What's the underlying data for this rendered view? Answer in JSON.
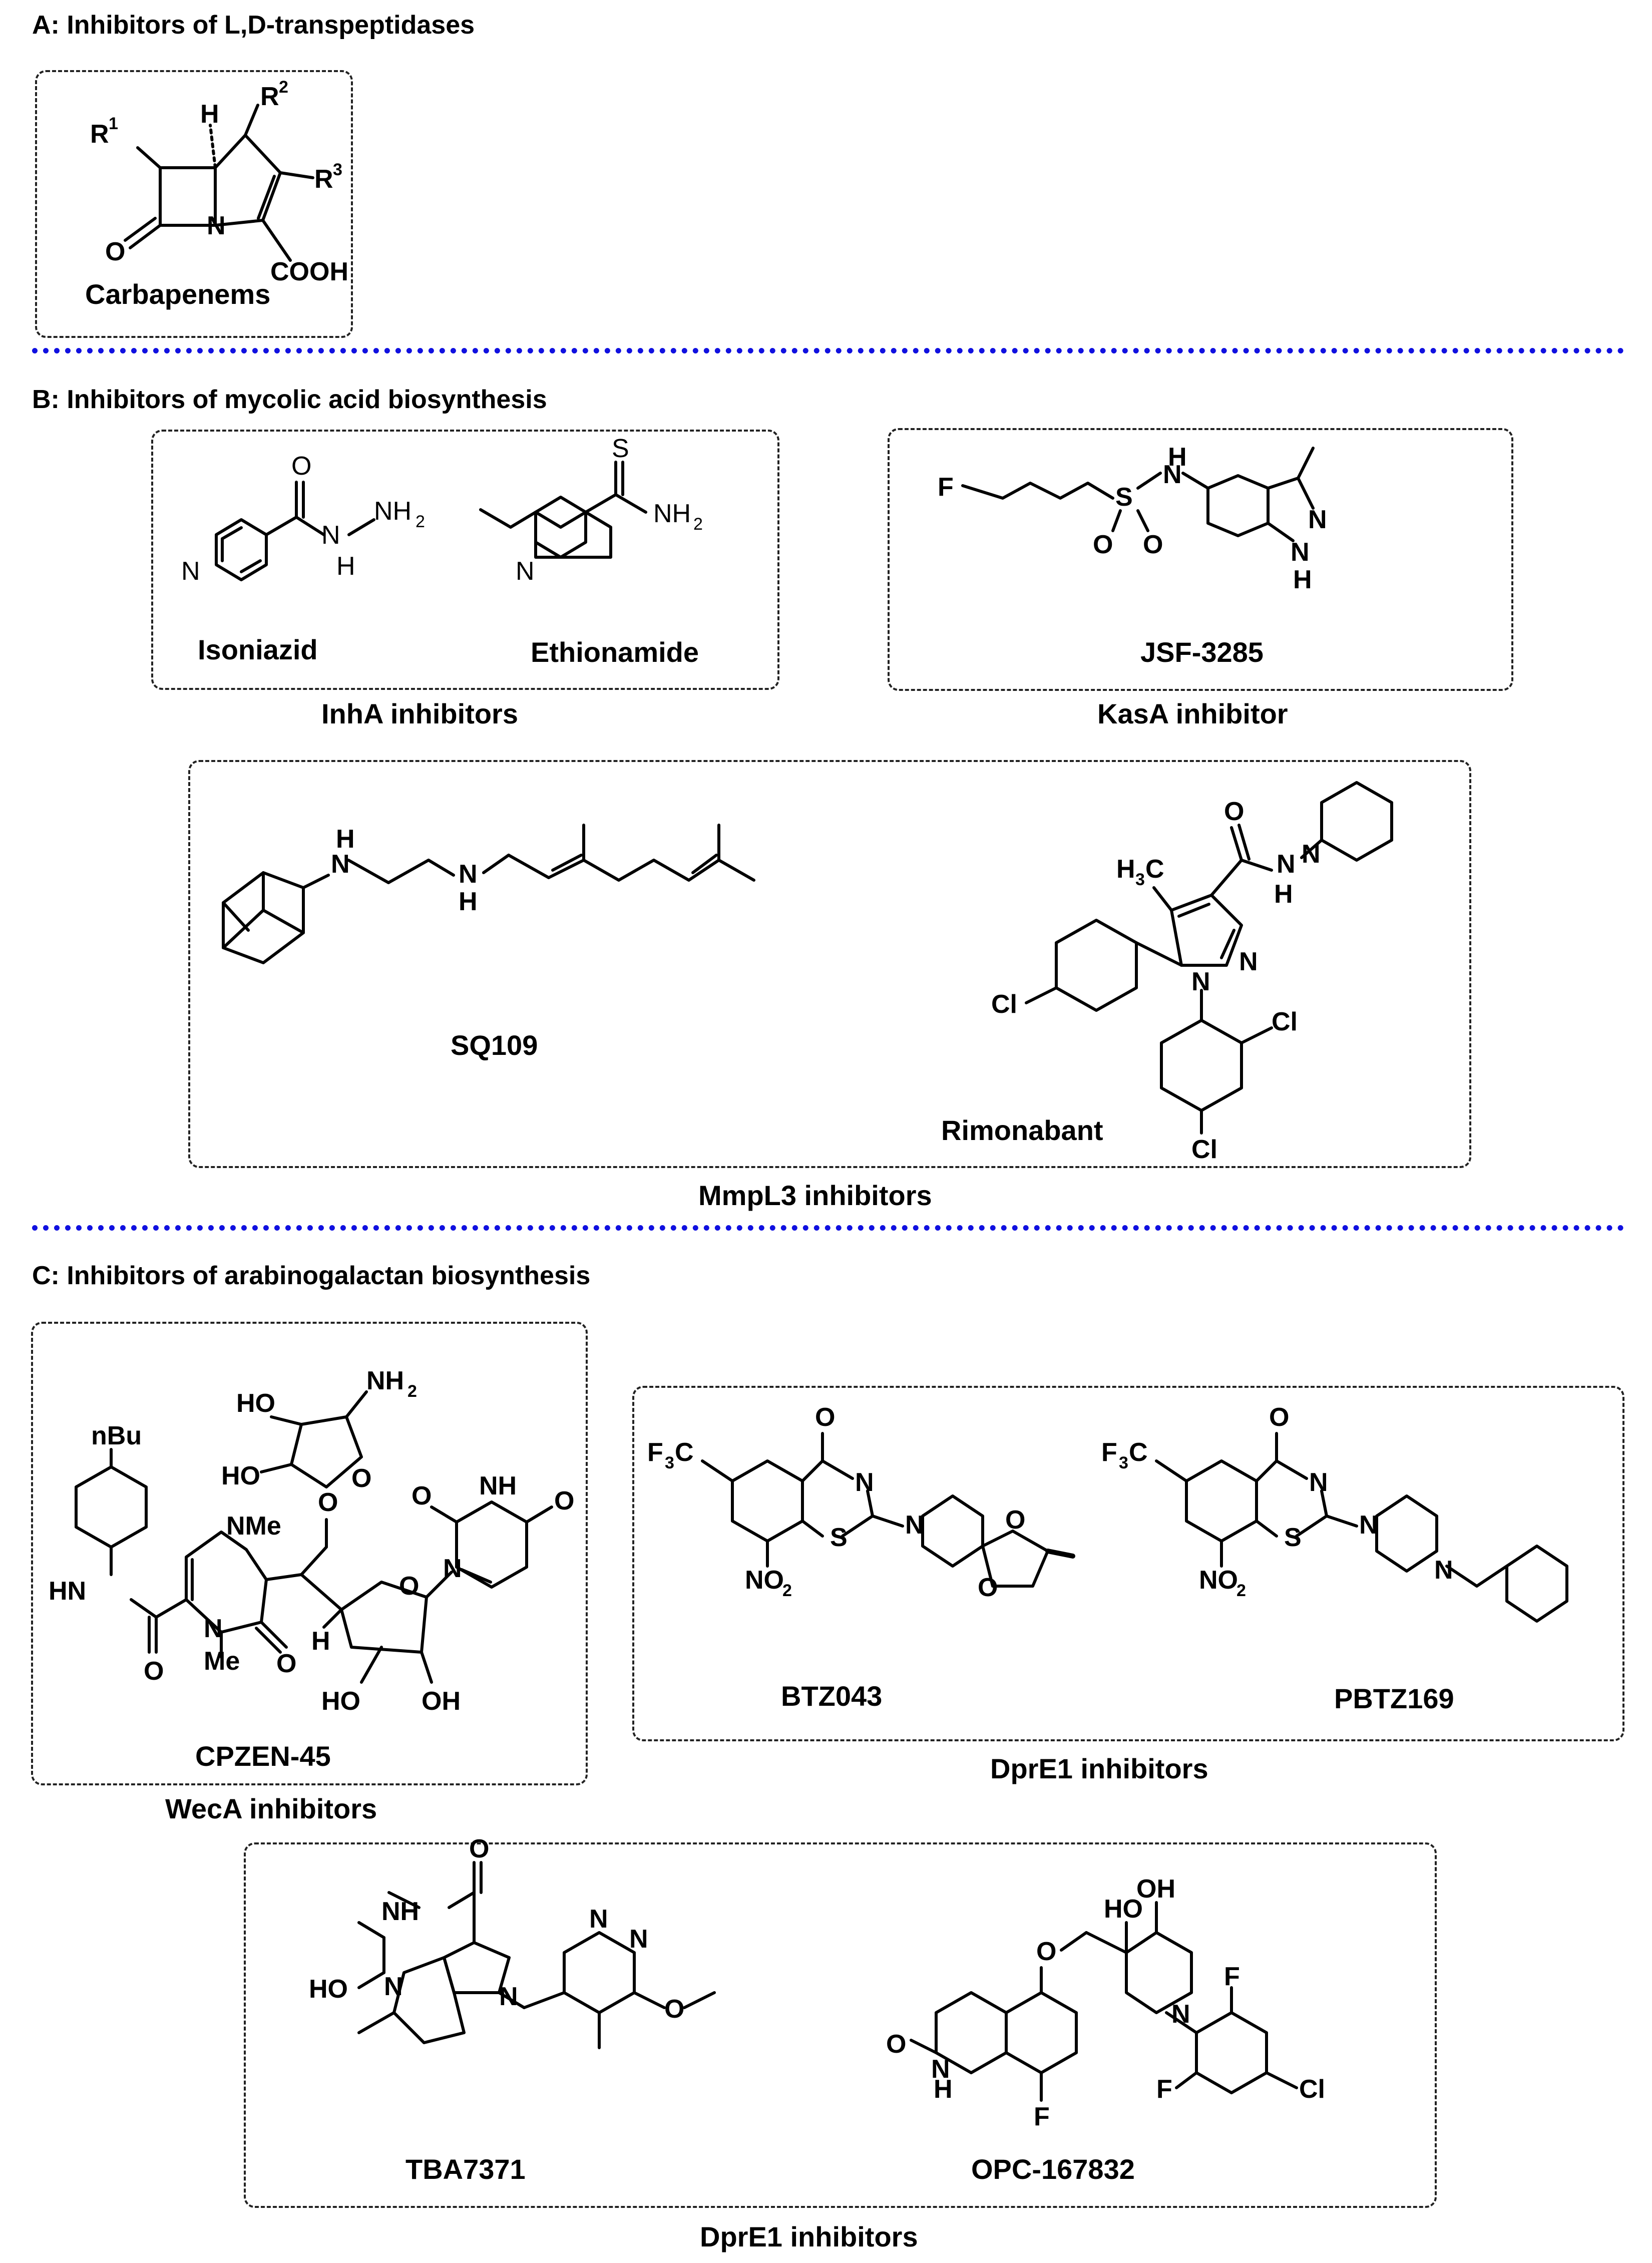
{
  "sections": {
    "a": {
      "title": "A: Inhibitors of L,D-transpeptidases"
    },
    "b": {
      "title": "B: Inhibitors of mycolic acid biosynthesis"
    },
    "c": {
      "title": "C: Inhibitors of arabinogalactan biosynthesis"
    }
  },
  "compounds": {
    "carbapenems": "Carbapenems",
    "isoniazid": "Isoniazid",
    "ethionamide": "Ethionamide",
    "jsf3285": "JSF-3285",
    "sq109": "SQ109",
    "rimonabant": "Rimonabant",
    "cpzen45": "CPZEN-45",
    "btz043": "BTZ043",
    "pbtz169": "PBTZ169",
    "tba7371": "TBA7371",
    "opc167832": "OPC-167832"
  },
  "groups": {
    "inha": "InhA inhibitors",
    "kasa": "KasA inhibitor",
    "mmpl3": "MmpL3 inhibitors",
    "weca": "WecA inhibitors",
    "dpre1_top": "DprE1 inhibitors",
    "dpre1_bottom": "DprE1 inhibitors"
  },
  "atoms": {
    "r1": "R",
    "r1_sup": "1",
    "r2": "R",
    "r2_sup": "2",
    "r3": "R",
    "r3_sup": "3",
    "h": "H",
    "n": "N",
    "o": "O",
    "s": "S",
    "f": "F",
    "cl": "Cl",
    "cooh": "COOH",
    "nh": "NH",
    "nh2": "NH",
    "nh2_sub": "2",
    "h3c": "H",
    "h3c_sub": "3",
    "h3c_c": "C",
    "f3c": "F",
    "f3c_sub": "3",
    "f3c_c": "C",
    "no2": "NO",
    "no2_sub": "2",
    "ho": "HO",
    "oh": "OH",
    "nbu": "nBu",
    "nme": "NMe",
    "me": "Me",
    "hn": "HN"
  },
  "colors": {
    "separator": "#1010e0",
    "ink": "#000000"
  }
}
